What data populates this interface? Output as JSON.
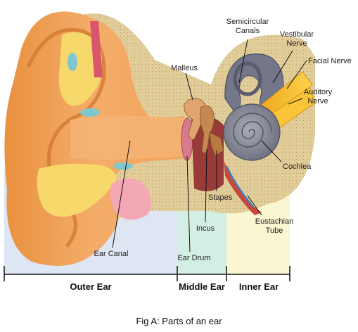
{
  "labels": {
    "semicircular_canals_l1": "Semicircular",
    "semicircular_canals_l2": "Canals",
    "vestibular_nerve_l1": "Vestibular",
    "vestibular_nerve_l2": "Nerve",
    "facial_nerve": "Facial Nerve",
    "auditory_nerve_l1": "Auditory",
    "auditory_nerve_l2": "Nerve",
    "malleus": "Malleus",
    "cochlea": "Cochlea",
    "stapes": "Stapes",
    "eustachian_tube_l1": "Eustachian",
    "eustachian_tube_l2": "Tube",
    "incus": "Incus",
    "ear_canal": "Ear Canal",
    "ear_drum": "Ear Drum"
  },
  "sections": {
    "outer": "Outer Ear",
    "middle": "Middle Ear",
    "inner": "Inner Ear"
  },
  "caption": "Fig A: Parts of an ear",
  "colors": {
    "skin": "#f2a45c",
    "bone": "#e3cf9c",
    "cartilage": "#f6d96a",
    "outer_region": "#dde6f2",
    "middle_region": "#d3efe4",
    "inner_region": "#fbf6d2",
    "cochlea": "#7d7f8e",
    "nerve": "#f5b82e"
  }
}
